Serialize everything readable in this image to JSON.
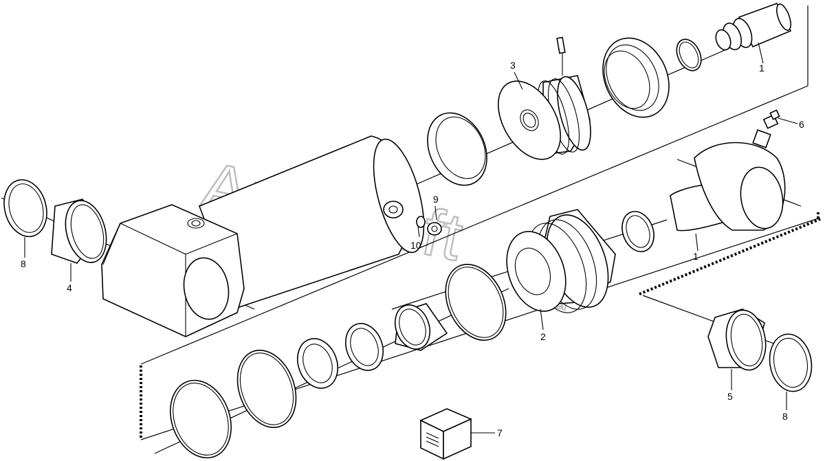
{
  "callouts": {
    "c1a": "1",
    "c1b": "1",
    "c2": "2",
    "c3": "3",
    "c4": "4",
    "c5": "5",
    "c6": "6",
    "c7": "7",
    "c8a": "8",
    "c8b": "8",
    "c9": "9",
    "c10": "10"
  },
  "watermark": {
    "main": "AutoSoft",
    "suffix": ".ru"
  }
}
